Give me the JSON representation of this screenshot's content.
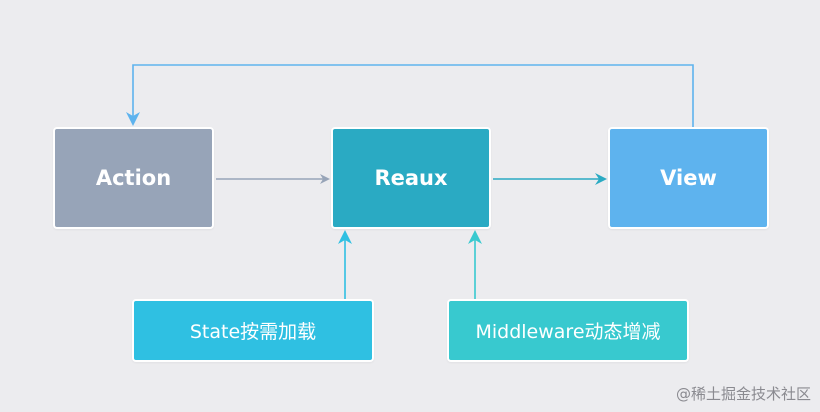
{
  "nodes": {
    "action": {
      "label": "Action",
      "color": "#97a4b8"
    },
    "reaux": {
      "label": "Reaux",
      "color": "#2aaac3"
    },
    "view": {
      "label": "View",
      "color": "#5eb3ee"
    },
    "state": {
      "label": "State按需加载",
      "color": "#2fc0e2"
    },
    "middleware": {
      "label": "Middleware动态增减",
      "color": "#38c9cf"
    }
  },
  "edges": [
    {
      "from": "action",
      "to": "reaux",
      "color": "#97a4b8"
    },
    {
      "from": "reaux",
      "to": "view",
      "color": "#2aaac3"
    },
    {
      "from": "view",
      "to": "action",
      "color": "#5eb3ee"
    },
    {
      "from": "state",
      "to": "reaux",
      "color": "#2fc0e2"
    },
    {
      "from": "middleware",
      "to": "reaux",
      "color": "#38c9cf"
    }
  ],
  "watermark": "@稀土掘金技术社区",
  "colors": {
    "background": "#ececef"
  }
}
